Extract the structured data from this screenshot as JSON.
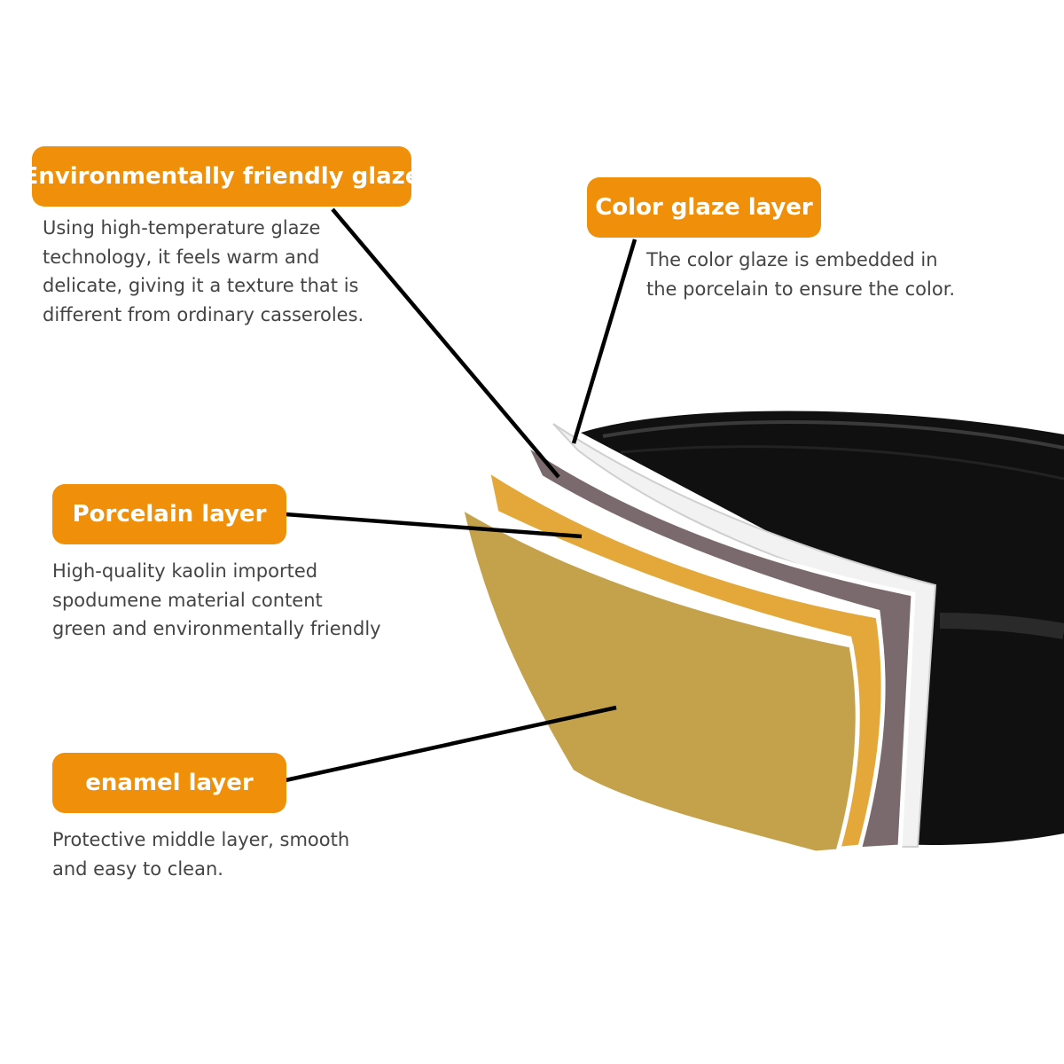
{
  "colors": {
    "accent": "#F0900A",
    "text": "#444444",
    "pot": "#101010",
    "enamel_layer": "#C4A24C",
    "porcelain_layer": "#E4A83A",
    "color_glaze_layer": "#7A6A6D",
    "glaze_layer": "#F2F2F2"
  },
  "callouts": {
    "glaze": {
      "title": "Environmentally friendly glaze",
      "lines": [
        "Using high-temperature glaze",
        "technology, it feels warm and",
        "delicate, giving it a texture that is",
        "different from ordinary casseroles."
      ]
    },
    "color_glaze": {
      "title": "Color glaze layer",
      "lines": [
        "The color glaze is embedded in",
        "the porcelain to ensure the color."
      ]
    },
    "porcelain": {
      "title": "Porcelain layer",
      "lines": [
        "High-quality kaolin imported",
        "spodumene material content",
        "green and environmentally friendly"
      ]
    },
    "enamel": {
      "title": "enamel layer",
      "lines": [
        "Protective middle layer, smooth",
        "and easy to clean."
      ]
    }
  }
}
